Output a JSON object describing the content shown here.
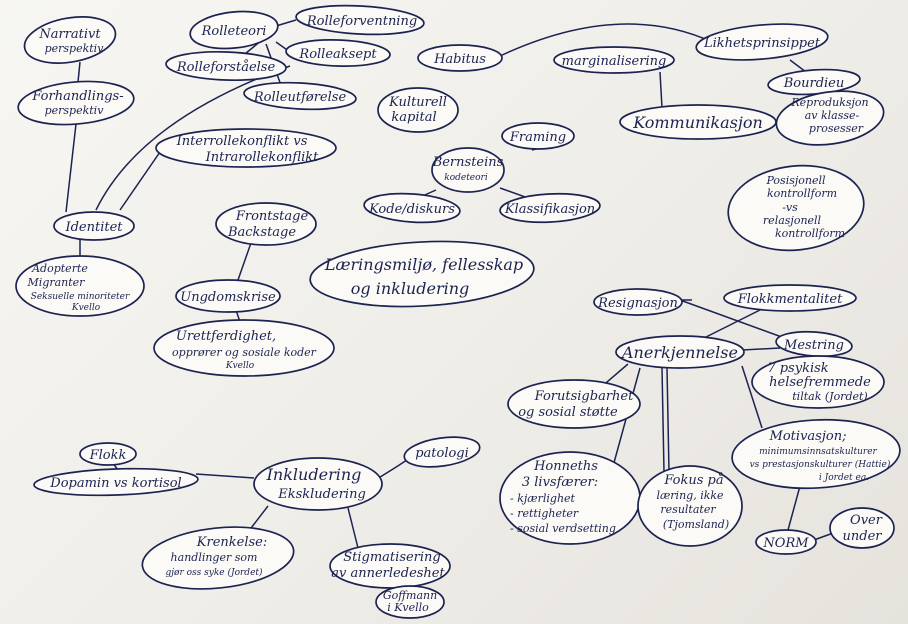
{
  "nodes": {
    "narrativt": [
      "Narrativt",
      "perspektiv"
    ],
    "forhandlings": [
      "Forhandlings-",
      "perspektiv"
    ],
    "rolleteori": "Rolleteori",
    "rolleforventning": "Rolleforventning",
    "rolleaksept": "Rolleaksept",
    "rolleforstaelse": "Rolleforståelse",
    "rolleutforelse": "Rolleutførelse",
    "habitus": "Habitus",
    "marginalisering": "marginalisering",
    "likhetsprinsippet": "Likhetsprinsippet",
    "bourdieu": "Bourdieu",
    "reproduksjon": [
      "Reproduksjon",
      "av klasse-",
      "prosesser"
    ],
    "kommunikasjon": "Kommunikasjon",
    "kulturell": [
      "Kulturell",
      "kapital"
    ],
    "framing": "Framing",
    "bernsteins": [
      "Bernsteins",
      "kodeteori"
    ],
    "kode": "Kode/diskurs",
    "klassifikasjon": "Klassifikasjon",
    "interrollekonflikt": [
      "Interrollekonflikt vs",
      "Intrarollekonflikt"
    ],
    "identitet": "Identitet",
    "frontstage": [
      "Frontstage",
      "Backstage"
    ],
    "laeringsmiljo": [
      "Læringsmiljø, fellesskap",
      "og inkludering"
    ],
    "posisjonell": [
      "Posisjonell",
      "kontrollform",
      "-vs",
      "relasjonell",
      "kontrollform"
    ],
    "adopterte": [
      "Adopterte",
      "Migranter",
      "Seksuelle minoriteter",
      "Kvello"
    ],
    "ungdomskrise": "Ungdomskrise",
    "urettferdighet": [
      "Urettferdighet,",
      "opprører og sosiale koder",
      "Kvello"
    ],
    "resignasjon": "Resignasjon",
    "flokkmentalitet": "Flokkmentalitet",
    "anerkjennelse": "Anerkjennelse",
    "mestring": "Mestring",
    "psykisk": [
      "7 psykisk",
      "helsefremmede",
      "tiltak (Jordet)"
    ],
    "forutsigbarhet": [
      "Forutsigbarhet",
      "og sosial støtte"
    ],
    "motivasjon": [
      "Motivasjon;",
      "minimumsinnsatskulturer",
      "vs prestasjonskulturer (Hattie)",
      "i Jordet ea."
    ],
    "honneths": [
      "Honneths",
      "3 livsfærer:",
      "- kjærlighet",
      "- rettigheter",
      "- sosial verdsetting"
    ],
    "fokus": [
      "Fokus på",
      "læring, ikke",
      "resultater",
      "(Tjomsland)"
    ],
    "norm": "NORM",
    "over": [
      "Over",
      "under"
    ],
    "flokk": "Flokk",
    "dopamin": "Dopamin vs kortisol",
    "inkludering": [
      "Inkludering",
      "Ekskludering"
    ],
    "patologi": "patologi",
    "krenkelse": [
      "Krenkelse:",
      "handlinger som",
      "gjør oss syke (Jordet)"
    ],
    "stigmatisering": [
      "Stigmatisering",
      "av annerledeshet"
    ],
    "goffmann": [
      "Goffmann",
      "i Kvello"
    ]
  }
}
